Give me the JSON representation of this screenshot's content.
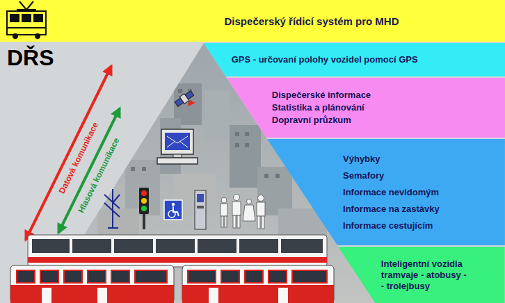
{
  "diagram": {
    "title": "Dispečerský řídicí systém pro MHD",
    "nodes": [
      {
        "text": [
          "GPS - určovaní polohy vozidel pomocí GPS"
        ]
      },
      {
        "text": [
          "Dispečerské informace",
          "Statistika a plánování",
          "Dopravní průzkum"
        ]
      },
      {
        "text": [
          "Výhybky",
          "Semafory",
          "Informace nevidomým",
          "Informace na zastávky",
          "Informace cestujícím"
        ]
      },
      {
        "text": [
          "Inteligentní vozidla tramvaje - atobusy - - trolejbusy"
        ]
      }
    ],
    "labels": [
      "DŘS",
      "Datová komunikace",
      "Hlasová komunikace"
    ]
  }
}
